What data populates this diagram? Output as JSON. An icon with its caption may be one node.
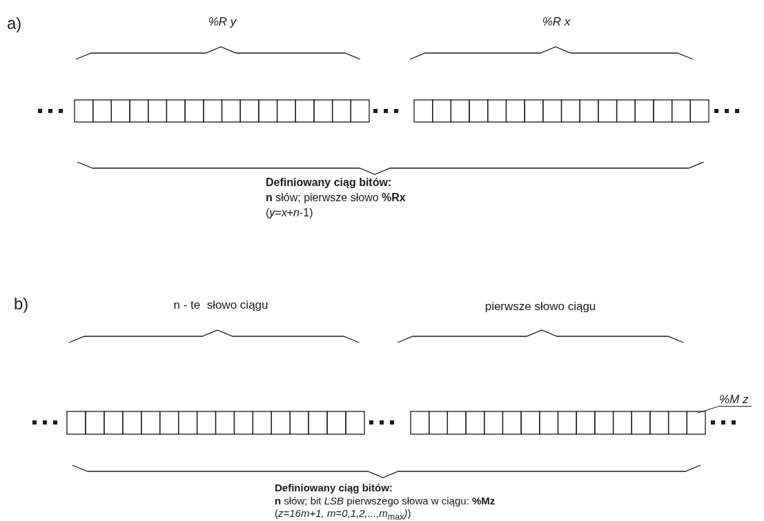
{
  "diagram": {
    "nodes": [
      {
        "text": [
          "%M z"
        ]
      },
      {
        "text": [],
        "shape": "box"
      }
    ],
    "edges": [
      {
        "from": 0,
        "to": 1,
        "arrow": "none"
      }
    ],
    "labels": [
      "a)",
      "%R y",
      "%R x",
      "Definiowany ciąg bitów:",
      "**n** słów; pierwsze słowo **%Rx**",
      "(*y*=*x*+*n*-1)",
      "b)",
      "n - te  słowo ciągu",
      "pierwsze słowo ciągu",
      "Definiowany ciąg bitów:",
      "**n** słów; bit *LSB* pierwszego słowa w ciągu: **%Mz**",
      "(*z=16m+1, m=0,1,2,...,m*$_{max}$*)*)"
    ]
  }
}
